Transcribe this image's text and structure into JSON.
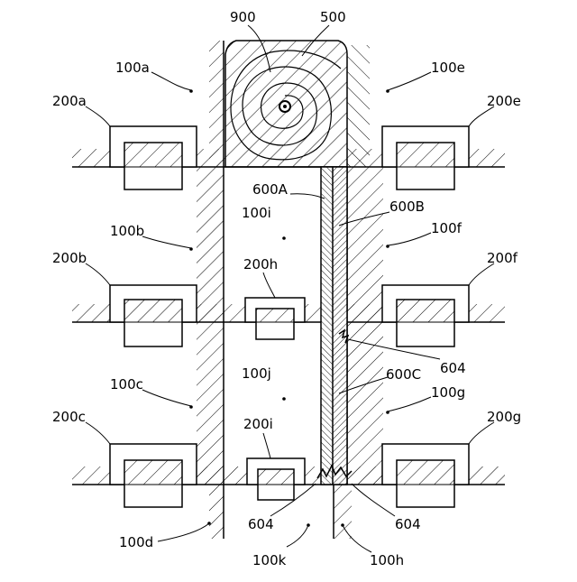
{
  "labels": {
    "l900": "900",
    "l500": "500",
    "l100a": "100a",
    "l100e": "100e",
    "l200a": "200a",
    "l200e": "200e",
    "l600A": "600A",
    "l600B": "600B",
    "l100i": "100i",
    "l100b": "100b",
    "l100f": "100f",
    "l200b": "200b",
    "l200h": "200h",
    "l200f": "200f",
    "l604a": "604",
    "l600C": "600C",
    "l100j": "100j",
    "l100c": "100c",
    "l100g": "100g",
    "l200c": "200c",
    "l200i": "200i",
    "l200g": "200g",
    "l604b": "604",
    "l604c": "604",
    "l100d": "100d",
    "l100k": "100k",
    "l100h": "100h"
  }
}
